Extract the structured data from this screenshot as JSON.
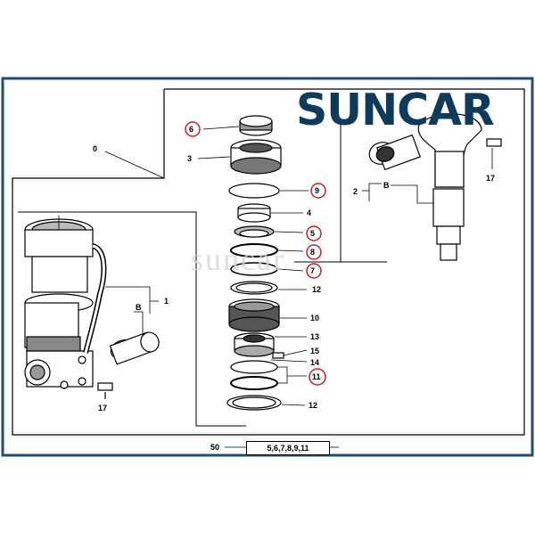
{
  "brand": {
    "part1": "SUN",
    "part2": "C",
    "part3": "AR",
    "color": "#0e3a5c"
  },
  "watermark": "suncar",
  "diagram": {
    "outer_label": "0",
    "kit_number": "50",
    "kit_parts": "5,6,7,8,9,11",
    "labels": {
      "l1": "1",
      "lB1": "B",
      "l17a": "17",
      "l2": "2",
      "lB2": "B",
      "l17b": "17",
      "l3": "3",
      "l4": "4",
      "l5": "5",
      "l6": "6",
      "l7": "7",
      "l8": "8",
      "l9": "9",
      "l10": "10",
      "l11": "11",
      "l12a": "12",
      "l12b": "12",
      "l13": "13",
      "l14": "14",
      "l15": "15"
    },
    "highlight_color": "#cc1f1f",
    "highlighted": [
      "5",
      "6",
      "7",
      "8",
      "9",
      "11"
    ]
  }
}
